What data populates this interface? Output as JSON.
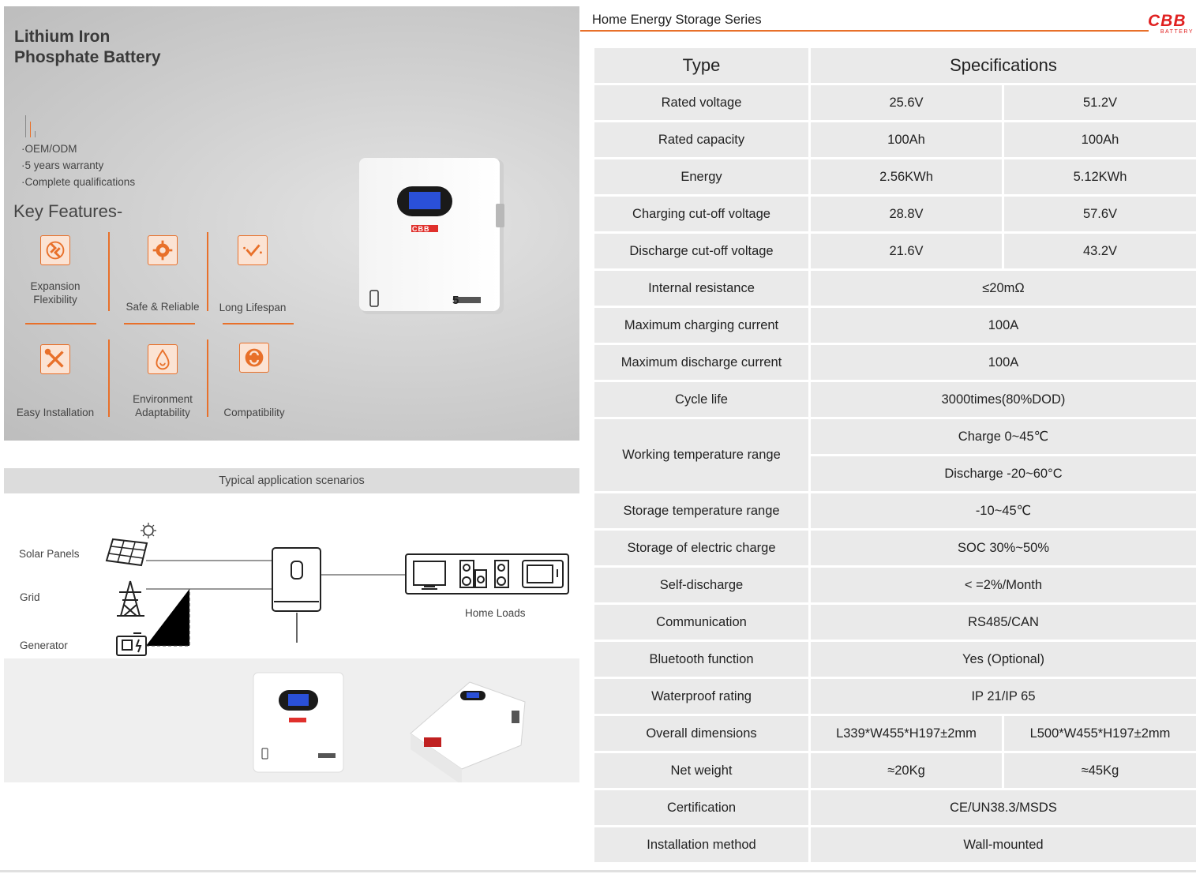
{
  "hero": {
    "title_line1": "Lithium Iron",
    "title_line2": "Phosphate Battery",
    "bullets": [
      "·OEM/ODM",
      "·5 years warranty",
      "·Complete qualifications"
    ],
    "key_features_title": "Key Features-",
    "features": [
      {
        "label_line1": "Expansion",
        "label_line2": "Flexibility",
        "icon": "expansion-icon"
      },
      {
        "label_line1": "",
        "label_line2": "Safe & Reliable",
        "icon": "shield-gear-icon"
      },
      {
        "label_line1": "",
        "label_line2": "Long Lifespan",
        "icon": "check-icon"
      },
      {
        "label_line1": "",
        "label_line2": "Easy Installation",
        "icon": "tools-icon"
      },
      {
        "label_line1": "Environment",
        "label_line2": "Adaptability",
        "icon": "droplet-icon"
      },
      {
        "label_line1": "",
        "label_line2": "Compatibility",
        "icon": "compatibility-icon"
      }
    ],
    "battery_logo": "CBB",
    "battery_capacity": "5"
  },
  "scenarios": {
    "title": "Typical application scenarios",
    "labels": {
      "solar": "Solar Panels",
      "grid": "Grid",
      "generator": "Generator",
      "home_loads": "Home Loads"
    }
  },
  "spec": {
    "header": "Home Energy Storage Series",
    "logo_text": "CBB",
    "logo_sub": "BATTERY",
    "col_type": "Type",
    "col_spec": "Specifications",
    "rows_split": [
      {
        "label": "Rated voltage",
        "a": "25.6V",
        "b": "51.2V"
      },
      {
        "label": "Rated capacity",
        "a": "100Ah",
        "b": "100Ah"
      },
      {
        "label": "Energy",
        "a": "2.56KWh",
        "b": "5.12KWh"
      },
      {
        "label": "Charging cut-off voltage",
        "a": "28.8V",
        "b": "57.6V"
      },
      {
        "label": "Discharge cut-off voltage",
        "a": "21.6V",
        "b": "43.2V"
      }
    ],
    "rows_single_1": [
      {
        "label": "Internal resistance",
        "value": "≤20mΩ"
      },
      {
        "label": "Maximum charging current",
        "value": "100A"
      },
      {
        "label": "Maximum discharge current",
        "value": "100A"
      },
      {
        "label": "Cycle life",
        "value": "3000times(80%DOD)"
      }
    ],
    "temp": {
      "label": "Working temperature range",
      "charge": "Charge 0~45℃",
      "discharge": "Discharge -20~60°C"
    },
    "rows_single_2": [
      {
        "label": "Storage temperature range",
        "value": "-10~45℃"
      },
      {
        "label": "Storage of electric charge",
        "value": "SOC 30%~50%"
      },
      {
        "label": "Self-discharge",
        "value": "< =2%/Month"
      },
      {
        "label": "Communication",
        "value": "RS485/CAN"
      },
      {
        "label": "Bluetooth function",
        "value": "Yes (Optional)"
      },
      {
        "label": "Waterproof rating",
        "value": "IP 21/IP 65"
      }
    ],
    "rows_split_2": [
      {
        "label": "Overall dimensions",
        "a": "L339*W455*H197±2mm",
        "b": "L500*W455*H197±2mm"
      },
      {
        "label": "Net weight",
        "a": "≈20Kg",
        "b": "≈45Kg"
      }
    ],
    "rows_single_3": [
      {
        "label": "Certification",
        "value": "CE/UN38.3/MSDS"
      },
      {
        "label": "Installation method",
        "value": "Wall-mounted"
      }
    ]
  }
}
